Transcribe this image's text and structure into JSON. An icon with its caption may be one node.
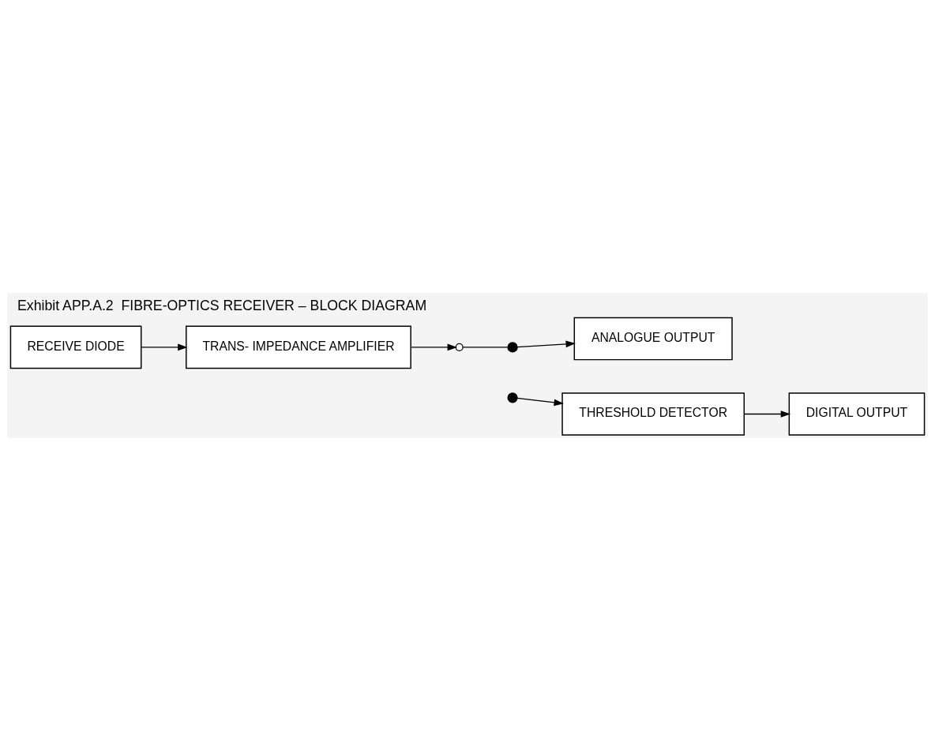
{
  "diagram": {
    "title": "Exhibit APP.A.2  FIBRE-OPTICS RECEIVER – BLOCK DIAGRAM",
    "nodes": [
      {
        "text": [
          "ANALOGUE OUTPUT"
        ]
      },
      {
        "text": [
          "TRANS- IMPEDANCE AMPLIFIER"
        ]
      },
      {
        "text": [],
        "shape": "circle"
      },
      {
        "text": [],
        "shape": "dot"
      },
      {
        "text": [],
        "shape": "dot"
      },
      {
        "text": [
          "RECEIVE DIODE"
        ]
      },
      {
        "text": [
          "THRESHOLD DETECTOR"
        ]
      },
      {
        "text": [
          "DIGITAL OUTPUT"
        ]
      }
    ],
    "edges": [
      {
        "from": 1,
        "to": 2,
        "arrow": "to"
      },
      {
        "from": 2,
        "to": 3,
        "arrow": "none"
      },
      {
        "from": 3,
        "to": 0,
        "arrow": "to"
      },
      {
        "from": 4,
        "to": 6,
        "arrow": "to"
      },
      {
        "from": 6,
        "to": 7,
        "arrow": "to"
      },
      {
        "from": 5,
        "to": 1,
        "arrow": "to"
      }
    ]
  }
}
